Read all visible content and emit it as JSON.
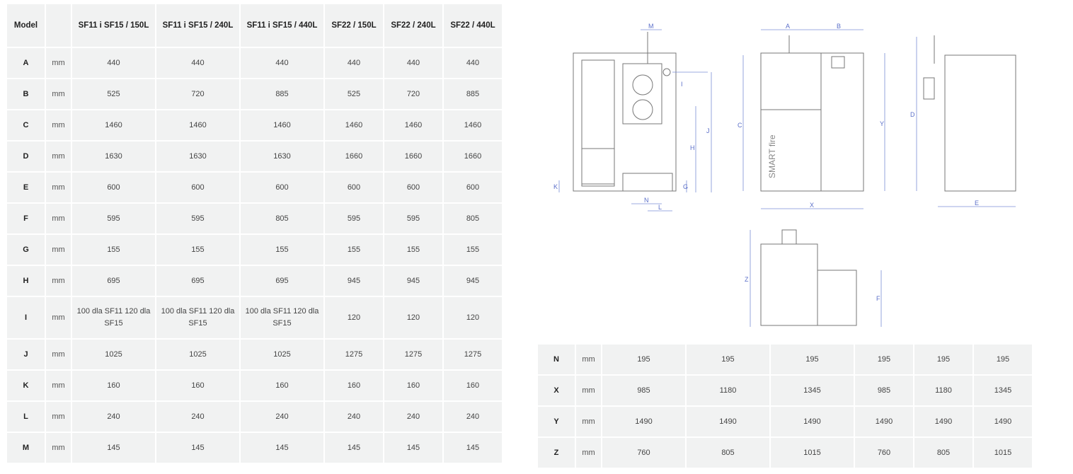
{
  "header": {
    "model_label": "Model",
    "columns": [
      "SF11 i SF15 / 150L",
      "SF11 i SF15 / 240L",
      "SF11 i SF15 / 440L",
      "SF22 / 150L",
      "SF22 / 240L",
      "SF22 / 440L"
    ]
  },
  "left_rows": [
    {
      "label": "A",
      "unit": "mm",
      "values": [
        "440",
        "440",
        "440",
        "440",
        "440",
        "440"
      ]
    },
    {
      "label": "B",
      "unit": "mm",
      "values": [
        "525",
        "720",
        "885",
        "525",
        "720",
        "885"
      ]
    },
    {
      "label": "C",
      "unit": "mm",
      "values": [
        "1460",
        "1460",
        "1460",
        "1460",
        "1460",
        "1460"
      ]
    },
    {
      "label": "D",
      "unit": "mm",
      "values": [
        "1630",
        "1630",
        "1630",
        "1660",
        "1660",
        "1660"
      ]
    },
    {
      "label": "E",
      "unit": "mm",
      "values": [
        "600",
        "600",
        "600",
        "600",
        "600",
        "600"
      ]
    },
    {
      "label": "F",
      "unit": "mm",
      "values": [
        "595",
        "595",
        "805",
        "595",
        "595",
        "805"
      ]
    },
    {
      "label": "G",
      "unit": "mm",
      "values": [
        "155",
        "155",
        "155",
        "155",
        "155",
        "155"
      ]
    },
    {
      "label": "H",
      "unit": "mm",
      "values": [
        "695",
        "695",
        "695",
        "945",
        "945",
        "945"
      ]
    },
    {
      "label": "I",
      "unit": "mm",
      "values": [
        "100 dla SF11 120 dla SF15",
        "100 dla SF11 120 dla SF15",
        "100 dla SF11 120 dla SF15",
        "120",
        "120",
        "120"
      ]
    },
    {
      "label": "J",
      "unit": "mm",
      "values": [
        "1025",
        "1025",
        "1025",
        "1275",
        "1275",
        "1275"
      ]
    },
    {
      "label": "K",
      "unit": "mm",
      "values": [
        "160",
        "160",
        "160",
        "160",
        "160",
        "160"
      ]
    },
    {
      "label": "L",
      "unit": "mm",
      "values": [
        "240",
        "240",
        "240",
        "240",
        "240",
        "240"
      ]
    },
    {
      "label": "M",
      "unit": "mm",
      "values": [
        "145",
        "145",
        "145",
        "145",
        "145",
        "145"
      ]
    }
  ],
  "right_rows": [
    {
      "label": "N",
      "unit": "mm",
      "values": [
        "195",
        "195",
        "195",
        "195",
        "195",
        "195"
      ]
    },
    {
      "label": "X",
      "unit": "mm",
      "values": [
        "985",
        "1180",
        "1345",
        "985",
        "1180",
        "1345"
      ]
    },
    {
      "label": "Y",
      "unit": "mm",
      "values": [
        "1490",
        "1490",
        "1490",
        "1490",
        "1490",
        "1490"
      ]
    },
    {
      "label": "Z",
      "unit": "mm",
      "values": [
        "760",
        "805",
        "1015",
        "760",
        "805",
        "1015"
      ]
    }
  ],
  "drawing": {
    "brand_text": "SMART fire",
    "dim_labels": [
      "M",
      "I",
      "J",
      "H",
      "K",
      "G",
      "N",
      "L",
      "A",
      "B",
      "C",
      "Y",
      "X",
      "D",
      "E",
      "Z",
      "F"
    ]
  }
}
